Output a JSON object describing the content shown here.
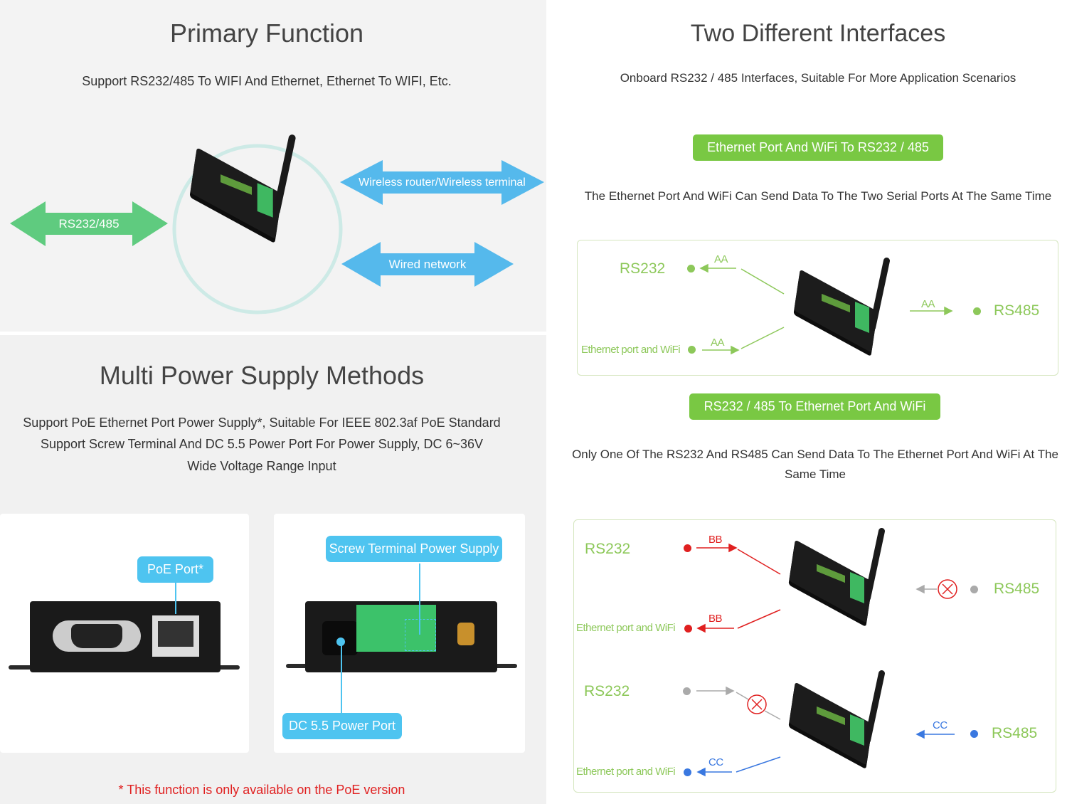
{
  "primary": {
    "title": "Primary Function",
    "subtitle": "Support RS232/485 To WIFI And Ethernet, Ethernet To WIFI, Etc.",
    "arrows": {
      "serial": "RS232/485",
      "wireless": "Wireless router/Wireless terminal",
      "wired": "Wired network"
    }
  },
  "power": {
    "title": "Multi Power Supply Methods",
    "lines": [
      "Support PoE Ethernet Port Power Supply*, Suitable For IEEE 802.3af PoE Standard",
      "Support Screw Terminal And DC 5.5 Power Port For Power Supply, DC 6~36V",
      "Wide Voltage Range Input"
    ],
    "poe_label": "PoE Port*",
    "screw_label": "Screw Terminal Power Supply",
    "dc_label": "DC 5.5 Power Port",
    "note": "* This function is only available on the PoE version"
  },
  "interfaces": {
    "title": "Two Different Interfaces",
    "subtitle": "Onboard RS232 / 485 Interfaces, Suitable For More Application Scenarios",
    "mode1": {
      "button": "Ethernet Port And WiFi To RS232 / 485",
      "desc": "The Ethernet Port And WiFi Can Send Data To The Two Serial Ports At The Same Time",
      "rs232": "RS232",
      "eth": "Ethernet port and WiFi",
      "rs485": "RS485",
      "data_a": "AA",
      "data_b": "AA",
      "data_c": "AA"
    },
    "mode2": {
      "button": "RS232 / 485 To Ethernet Port And WiFi",
      "desc_line1": "Only One Of The RS232 And RS485 Can Send Data To The Ethernet Port And WiFi At The",
      "desc_line2": "Same Time",
      "top": {
        "rs232": "RS232",
        "eth": "Ethernet port and WiFi",
        "rs485": "RS485",
        "data_a": "BB",
        "data_b": "BB"
      },
      "bottom": {
        "rs232": "RS232",
        "eth": "Ethernet port and WiFi",
        "rs485": "RS485",
        "data_a": "CC",
        "data_b": "CC"
      }
    }
  },
  "colors": {
    "green": "#79c843",
    "blue": "#4ec4f0",
    "red": "#e02020",
    "label_green": "#8dc85a",
    "flow_blue": "#3a78e0"
  }
}
